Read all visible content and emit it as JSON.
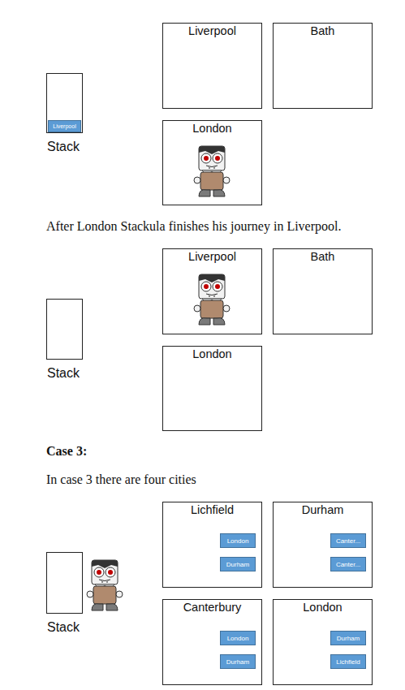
{
  "diagram": {
    "nodes": [
      {
        "text": [
          "Liverpool"
        ]
      },
      {
        "text": [
          "Bath"
        ]
      },
      {
        "text": [
          "Stack"
        ]
      },
      {
        "text": [
          "Liverpool"
        ],
        "in": 2
      },
      {
        "text": [
          "London"
        ]
      },
      {
        "text": [
          "Liverpool"
        ]
      },
      {
        "text": [
          "Bath"
        ]
      },
      {
        "text": [
          "Stack"
        ]
      },
      {
        "text": [
          "London"
        ]
      },
      {
        "text": [
          "Lichfield"
        ]
      },
      {
        "text": [
          "London"
        ],
        "in": 9
      },
      {
        "text": [
          "Durham"
        ],
        "in": 9
      },
      {
        "text": [
          "Durham"
        ]
      },
      {
        "text": [
          "Canter..."
        ],
        "in": 12
      },
      {
        "text": [
          "Canter..."
        ],
        "in": 12
      },
      {
        "text": [
          "Stack"
        ]
      },
      {
        "text": [
          "Canterbury"
        ]
      },
      {
        "text": [
          "London"
        ],
        "in": 16
      },
      {
        "text": [
          "Durham"
        ],
        "in": 16
      },
      {
        "text": [
          "London"
        ]
      },
      {
        "text": [
          "Durham"
        ],
        "in": 19
      },
      {
        "text": [
          "Lichfield"
        ],
        "in": 19
      }
    ],
    "labels": [
      "After London Stackula finishes his journey in Liverpool.",
      "Case 3:",
      "In case 3 there are four cities"
    ]
  }
}
